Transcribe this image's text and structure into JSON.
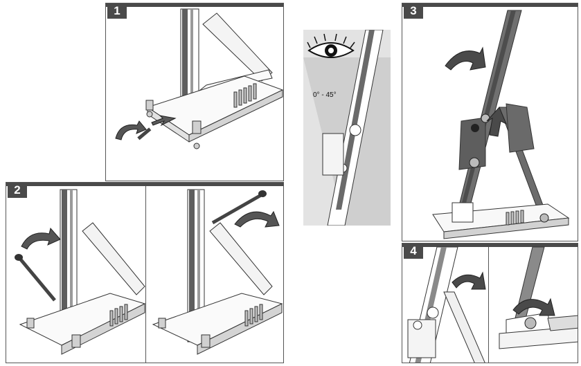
{
  "steps": {
    "s1": "1",
    "s2": "2",
    "s3": "3",
    "s4": "4"
  },
  "inset": {
    "angle_text": "0° - 45°"
  },
  "colors": {
    "frame": "#4a4a4a",
    "column_dark": "#5e5e5e",
    "column_mid": "#8a8a8a",
    "inset_bg": "#e3e3e3"
  },
  "icons": [
    "arrow-icon",
    "rotate-arrow-icon",
    "eye-icon",
    "bolt-icon",
    "lever-handle-icon"
  ]
}
